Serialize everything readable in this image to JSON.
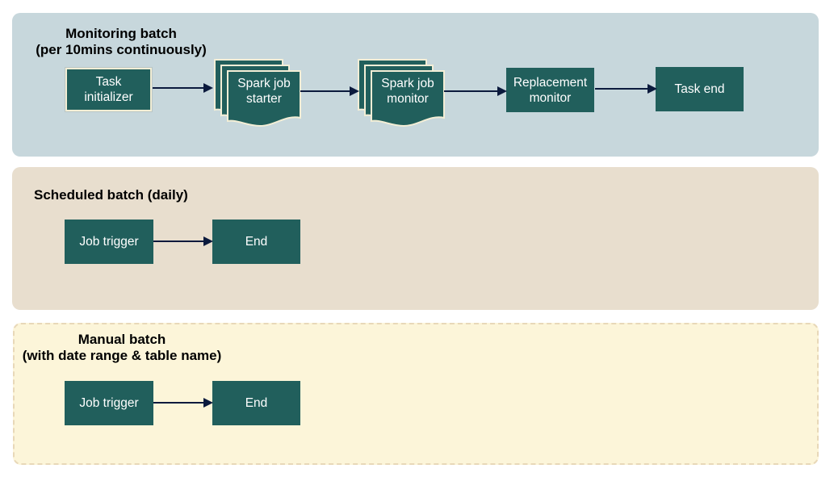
{
  "colors": {
    "monitoring_bg": "#c7d7dc",
    "scheduled_bg": "#e8dece",
    "manual_bg": "#fcf5d9",
    "manual_border": "#e8d8b8",
    "node_fill": "#215f5c",
    "node_text": "#ffffff",
    "node_outline": "#f3eed6",
    "arrow": "#0b1a3d"
  },
  "monitoring": {
    "title_line1": "Monitoring batch",
    "title_line2": "(per 10mins continuously)",
    "nodes": {
      "task_initializer": {
        "line1": "Task",
        "line2": "initializer"
      },
      "spark_job_starter": {
        "line1": "Spark job",
        "line2": "starter"
      },
      "spark_job_monitor": {
        "line1": "Spark job",
        "line2": "monitor"
      },
      "replacement_monitor": {
        "line1": "Replacement",
        "line2": "monitor"
      },
      "task_end": {
        "label": "Task end"
      }
    }
  },
  "scheduled": {
    "title": "Scheduled batch (daily)",
    "nodes": {
      "job_trigger": {
        "label": "Job trigger"
      },
      "end": {
        "label": "End"
      }
    }
  },
  "manual": {
    "title_line1": "Manual batch",
    "title_line2": "(with date range & table name)",
    "nodes": {
      "job_trigger": {
        "label": "Job trigger"
      },
      "end": {
        "label": "End"
      }
    }
  }
}
